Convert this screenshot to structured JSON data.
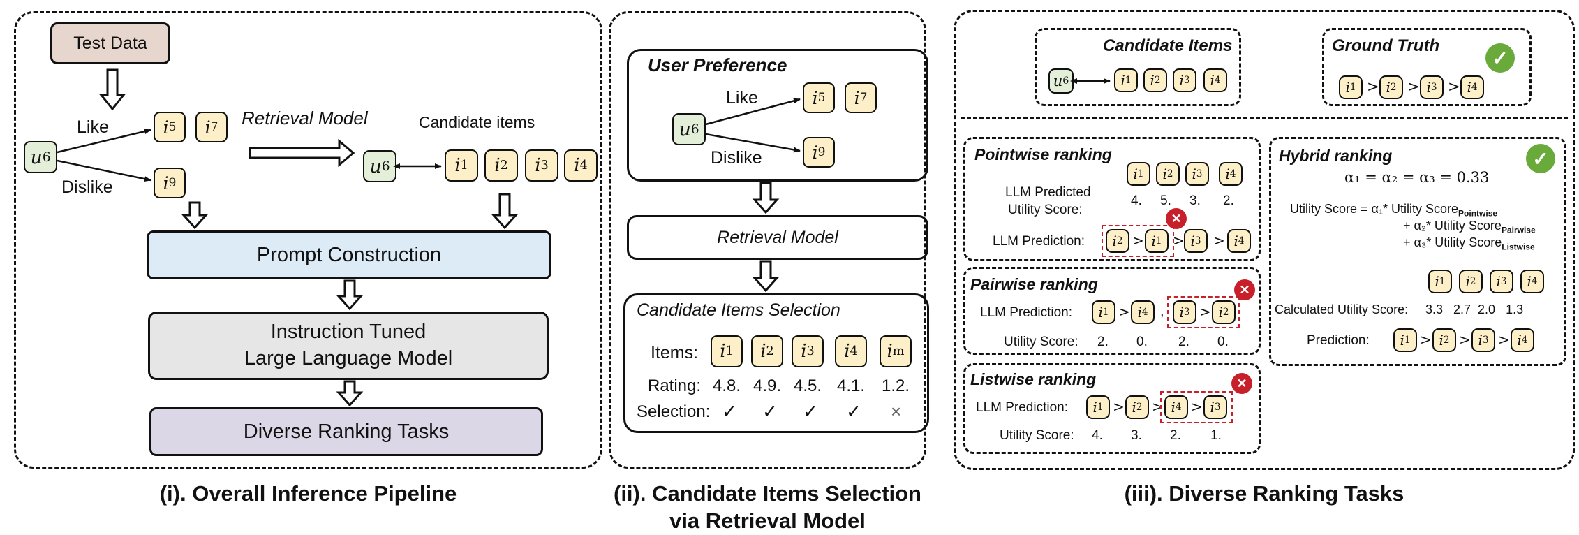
{
  "captions": {
    "pipeline": "(i). Overall Inference Pipeline",
    "selection_l1": "(ii). Candidate Items Selection",
    "selection_l2": "via Retrieval Model",
    "ranking": "(iii). Diverse Ranking Tasks"
  },
  "pipeline": {
    "test_data": "Test Data",
    "like": "Like",
    "dislike": "Dislike",
    "retrieval_model": "Retrieval Model",
    "candidate_items": "Candidate items",
    "prompt_construction": "Prompt Construction",
    "llm_line1": "Instruction Tuned",
    "llm_line2": "Large Language Model",
    "diverse_ranking": "Diverse Ranking Tasks"
  },
  "symbols": {
    "u6": "u",
    "u6_sub": "6",
    "i": "i",
    "s1": "1",
    "s2": "2",
    "s3": "3",
    "s4": "4",
    "s5": "5",
    "s7": "7",
    "s9": "9",
    "sm": "m"
  },
  "selection": {
    "user_preference": "User Preference",
    "like": "Like",
    "dislike": "Dislike",
    "retrieval_model": "Retrieval Model",
    "candidate_selection": "Candidate Items Selection",
    "items_label": "Items:",
    "rating_label": "Rating:",
    "selection_label": "Selection:",
    "ratings": [
      "4.8.",
      "4.9.",
      "4.5.",
      "4.1.",
      "1.2."
    ],
    "selections": [
      "✓",
      "✓",
      "✓",
      "✓",
      "×"
    ]
  },
  "ranking": {
    "candidate_items": "Candidate Items",
    "ground_truth": "Ground Truth",
    "gt": ">",
    "pointwise": {
      "title": "Pointwise ranking",
      "utility_label_1": "LLM Predicted",
      "utility_label_2": "Utility Score:",
      "scores": [
        "4.",
        "5.",
        "3.",
        "2."
      ],
      "prediction_label": "LLM Prediction:"
    },
    "pairwise": {
      "title": "Pairwise ranking",
      "prediction_label": "LLM Prediction:",
      "comma": ",",
      "utility_label": "Utility Score:",
      "scores": [
        "2.",
        "0.",
        "2.",
        "0."
      ]
    },
    "listwise": {
      "title": "Listwise ranking",
      "prediction_label": "LLM Prediction:",
      "utility_label": "Utility Score:",
      "scores": [
        "4.",
        "3.",
        "2.",
        "1."
      ]
    },
    "hybrid": {
      "title": "Hybrid ranking",
      "alpha_eq": "α₁ = α₂ = α₃ = 0.33",
      "util_l1_main": "Utility Score = α₁* Utility Score",
      "util_l1_sub": "Pointwise",
      "util_l2_main": "+ α₂* Utility Score",
      "util_l2_sub": "Pairwise",
      "util_l3_main": "+ α₃* Utility Score",
      "util_l3_sub": "Listwise",
      "calc_label": "Calculated Utility Score:",
      "calc_values": "3.3   2.7  2.0   1.3",
      "prediction_label": "Prediction:"
    },
    "check": "✓",
    "cross": "✕"
  },
  "colors": {
    "item_fill": "#fdf0c8",
    "user_fill": "#e3efd9",
    "test_data_fill": "#e6d6cd",
    "prompt_fill": "#ddebf6",
    "llm_fill": "#e6e6e6",
    "diverse_fill": "#dcd7e6",
    "error_red": "#c8202a",
    "check_green": "#6aaa3a"
  }
}
